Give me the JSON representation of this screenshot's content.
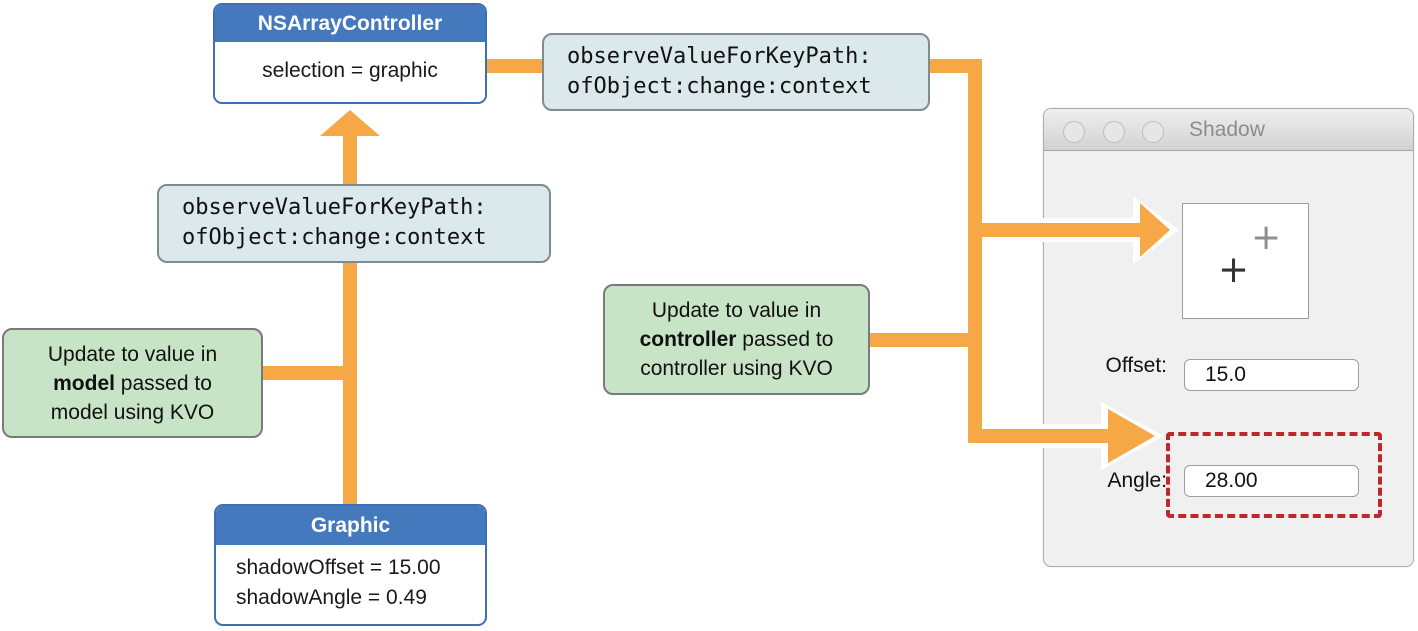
{
  "diagram": {
    "nsarraycontroller": {
      "title": "NSArrayController",
      "body": "selection = graphic"
    },
    "observe_top": {
      "line1": "observeValueForKeyPath:",
      "line2": "ofObject:change:context"
    },
    "observe_mid": {
      "line1": "observeValueForKeyPath:",
      "line2": "ofObject:change:context"
    },
    "note_model": {
      "line1": "Update to value in",
      "line2_bold": "model",
      "line2_rest": " passed to",
      "line3": "model using KVO"
    },
    "note_controller": {
      "line1": "Update to value in",
      "line2_bold": "controller",
      "line2_rest": " passed to",
      "line3": "controller using KVO"
    },
    "graphic": {
      "title": "Graphic",
      "line1": "shadowOffset = 15.00",
      "line2": "shadowAngle = 0.49"
    }
  },
  "window": {
    "title": "Shadow",
    "offset_label": "Offset:",
    "offset_value": "15.0",
    "angle_label": "Angle:",
    "angle_value": "28.00",
    "plus_glyph": "+"
  },
  "colors": {
    "arrow_orange": "#F5A845",
    "node_blue": "#4579BE",
    "node_blue_border": "#3D6FB4",
    "code_box_fill": "#DBE9EC",
    "note_green_fill": "#C8E4C6",
    "highlight_red": "#C0272B",
    "window_gray": "#F0F0F0"
  }
}
